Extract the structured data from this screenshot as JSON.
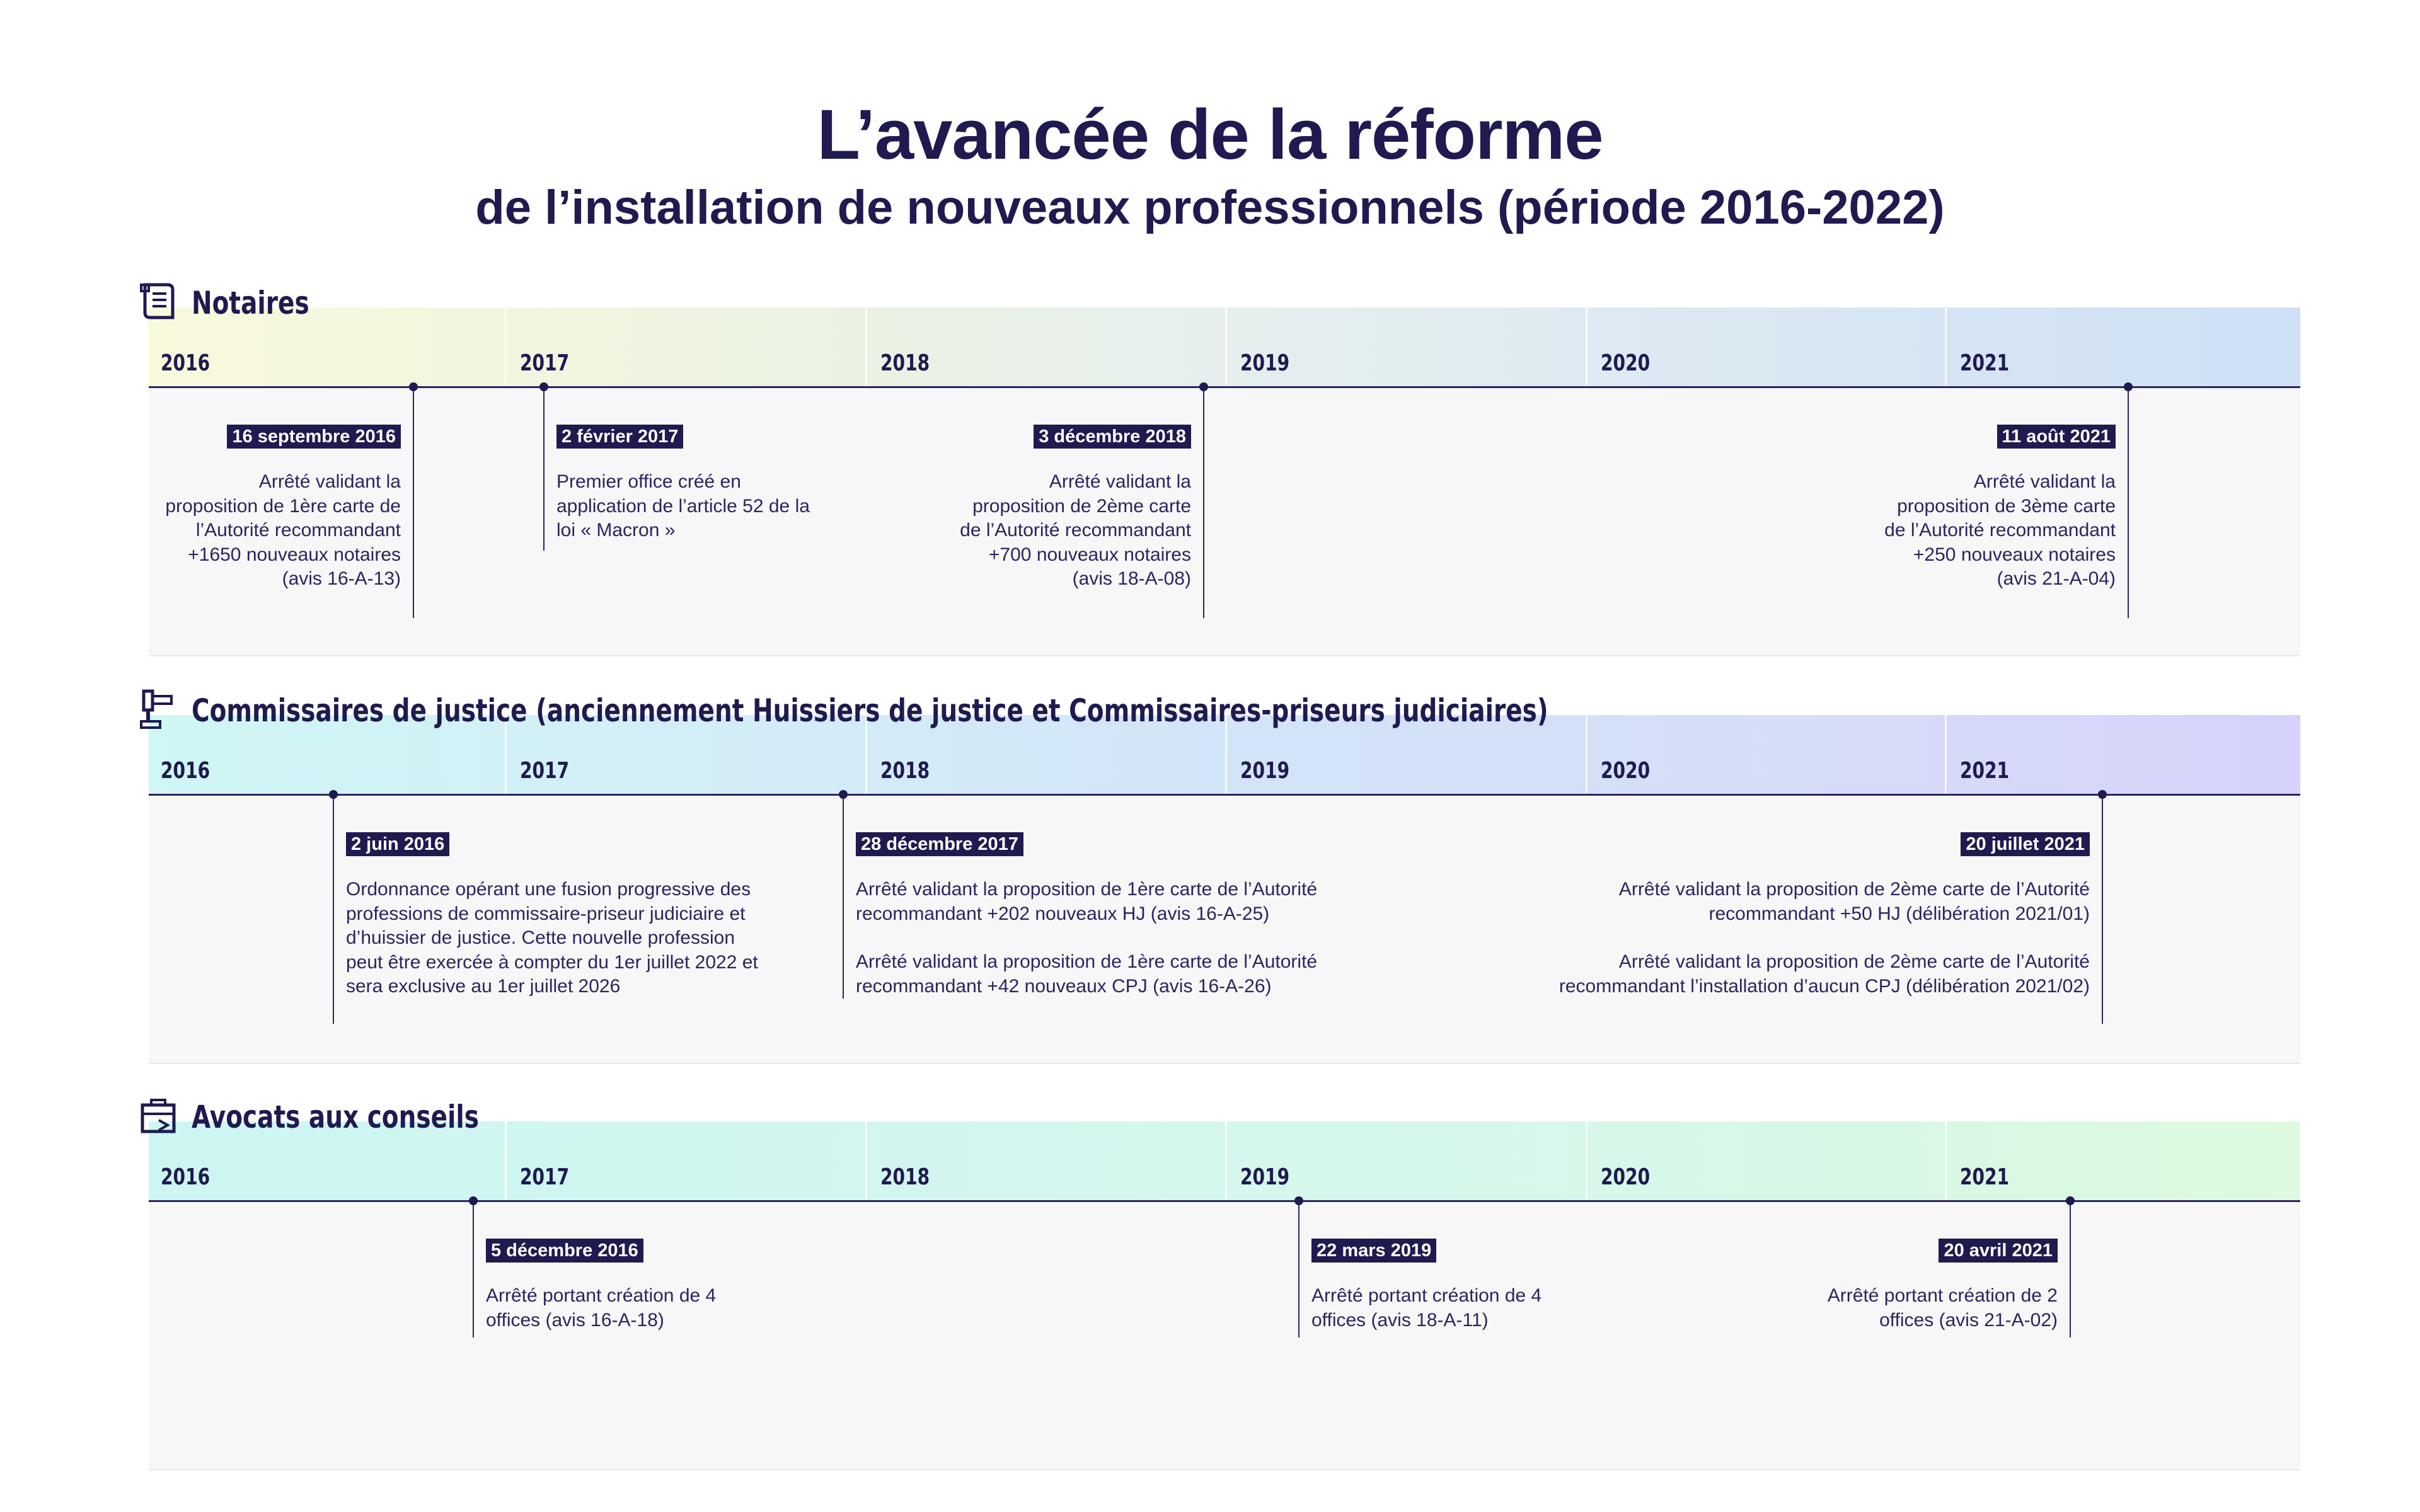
{
  "title": "L’avancée de la réforme",
  "subtitle": "de l’installation de nouveaux professionnels (période 2016-2022)",
  "years": [
    "2016",
    "2017",
    "2018",
    "2019",
    "2020",
    "2021"
  ],
  "colors": {
    "ink": "#1f1a4f",
    "panel": "#f7f7f7"
  },
  "sections": [
    {
      "title": "Notaires",
      "icon": "scroll-document-icon",
      "events": [
        {
          "date": "16 septembre 2016",
          "text": [
            "Arrêté validant la proposition de 1ère carte de l’Autorité recommandant +1650 nouveaux notaires (avis 16-A-13)"
          ]
        },
        {
          "date": "2 février 2017",
          "text": [
            "Premier office créé en application de l’article 52 de la loi « Macron »"
          ]
        },
        {
          "date": "3 décembre 2018",
          "text": [
            "Arrêté validant la proposition de 2ème carte de l’Autorité recommandant +700 nouveaux notaires (avis 18-A-08)"
          ]
        },
        {
          "date": "11 août 2021",
          "text": [
            "Arrêté validant la proposition de 3ème carte de l’Autorité recommandant +250 nouveaux notaires (avis 21-A-04)"
          ]
        }
      ]
    },
    {
      "title": "Commissaires de justice (anciennement Huissiers de justice et Commissaires-priseurs judiciaires)",
      "icon": "gavel-icon",
      "events": [
        {
          "date": "2 juin 2016",
          "text": [
            "Ordonnance opérant une fusion progressive des professions de commissaire-priseur judiciaire et d’huissier de justice. Cette nouvelle profession peut être exercée à compter du 1er juillet 2022 et sera exclusive au 1er juillet 2026"
          ]
        },
        {
          "date": "28 décembre 2017",
          "text": [
            "Arrêté validant la proposition de 1ère carte de l’Autorité recommandant +202 nouveaux HJ (avis 16-A-25)",
            "Arrêté validant la proposition de 1ère carte de l’Autorité recommandant +42 nouveaux CPJ (avis 16-A-26)"
          ]
        },
        {
          "date": "20 juillet 2021",
          "text": [
            "Arrêté validant la proposition de 2ème carte de l’Autorité recommandant +50 HJ (délibération 2021/01)",
            "Arrêté validant la proposition de 2ème carte de l’Autorité recommandant l’installation d’aucun CPJ (délibération 2021/02)"
          ]
        }
      ]
    },
    {
      "title": "Avocats aux conseils",
      "icon": "briefcase-icon",
      "events": [
        {
          "date": "5 décembre 2016",
          "text": [
            "Arrêté portant création de 4 offices (avis 16-A-18)"
          ]
        },
        {
          "date": "22 mars 2019",
          "text": [
            "Arrêté portant création de 4 offices (avis 18-A-11)"
          ]
        },
        {
          "date": "20 avril 2021",
          "text": [
            "Arrêté portant création de 2 offices (avis 21-A-02)"
          ]
        }
      ]
    }
  ]
}
